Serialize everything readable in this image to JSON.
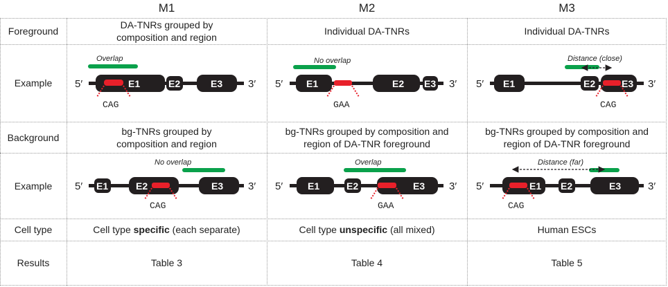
{
  "columns": [
    "M1",
    "M2",
    "M3"
  ],
  "rows": {
    "foreground": "Foreground",
    "example": "Example",
    "background": "Background",
    "cell_type": "Cell type",
    "results": "Results"
  },
  "foreground": {
    "m1": "DA-TNRs grouped by composition and region",
    "m2": "Individual DA-TNRs",
    "m3": "Individual DA-TNRs"
  },
  "background": {
    "m1": "bg-TNRs grouped by composition and region",
    "m2": "bg-TNRs grouped by composition and region of DA-TNR foreground",
    "m3": "bg-TNRs grouped by composition and region of DA-TNR foreground"
  },
  "cell_type": {
    "m1_prefix": "Cell type ",
    "m1_bold": "specific",
    "m1_suffix": " (each separate)",
    "m2_prefix": "Cell type ",
    "m2_bold": "unspecific",
    "m2_suffix": " (all mixed)",
    "m3": "Human ESCs"
  },
  "results": {
    "m1": "Table 3",
    "m2": "Table 4",
    "m3": "Table 5"
  },
  "diagram_labels": {
    "five_prime": "5′",
    "three_prime": "3′",
    "e1": "E1",
    "e2": "E2",
    "e3": "E3",
    "cag": "CAG",
    "gaa": "GAA",
    "overlap": "Overlap",
    "no_overlap": "No overlap",
    "distance_close": "Distance (close)",
    "distance_far": "Distance (far)"
  },
  "colors": {
    "gene": "#231f20",
    "repeat": "#e8202a",
    "region": "#0aa14b",
    "grid": "#9a9a9a"
  }
}
